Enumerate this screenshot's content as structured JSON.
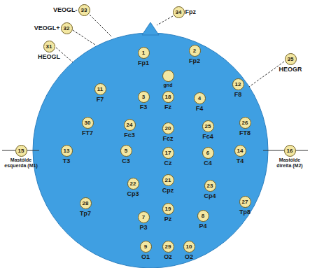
{
  "diagram": {
    "nodes": [
      {
        "text": [
          "33",
          "VEOGL-"
        ]
      },
      {
        "text": [
          "34",
          "Fpz"
        ]
      },
      {
        "text": [
          "32",
          "VEOGL+"
        ]
      },
      {
        "text": [
          "31",
          "HEOGL"
        ]
      },
      {
        "text": [
          "1",
          "Fp1"
        ]
      },
      {
        "text": [
          "2",
          "Fp2"
        ]
      },
      {
        "text": [
          "35",
          "HEOGR"
        ]
      },
      {
        "text": [
          "gnd"
        ]
      },
      {
        "text": [
          "12",
          "F8"
        ]
      },
      {
        "text": [
          "11",
          "F7"
        ]
      },
      {
        "text": [
          "3",
          "F3"
        ]
      },
      {
        "text": [
          "18",
          "Fz"
        ]
      },
      {
        "text": [
          "4",
          "F4"
        ]
      },
      {
        "text": [
          "30",
          "FT7"
        ]
      },
      {
        "text": [
          "26",
          "FT8"
        ]
      },
      {
        "text": [
          "24",
          "Fc3"
        ]
      },
      {
        "text": [
          "20",
          "Fcz"
        ]
      },
      {
        "text": [
          "25",
          "Fc4"
        ]
      },
      {
        "text": [
          "15",
          "Mastóide esquerda (M1)"
        ]
      },
      {
        "text": [
          "13",
          "T3"
        ]
      },
      {
        "text": [
          "5",
          "C3"
        ]
      },
      {
        "text": [
          "17",
          "Cz"
        ]
      },
      {
        "text": [
          "6",
          "C4"
        ]
      },
      {
        "text": [
          "14",
          "T4"
        ]
      },
      {
        "text": [
          "16",
          "Mastóide direita (M2)"
        ]
      },
      {
        "text": [
          "21",
          "Cpz"
        ]
      },
      {
        "text": [
          "22",
          "Cp3"
        ]
      },
      {
        "text": [
          "23",
          "Cp4"
        ]
      },
      {
        "text": [
          "27",
          "Tp8"
        ]
      },
      {
        "text": [
          "28",
          "Tp7"
        ]
      },
      {
        "text": [
          "19",
          "Pz"
        ]
      },
      {
        "text": [
          "7",
          "P3"
        ]
      },
      {
        "text": [
          "8",
          "P4"
        ]
      },
      {
        "text": [
          "9",
          "O1"
        ]
      },
      {
        "text": [
          "29",
          "Oz"
        ]
      },
      {
        "text": [
          "10",
          "O2"
        ]
      }
    ]
  }
}
